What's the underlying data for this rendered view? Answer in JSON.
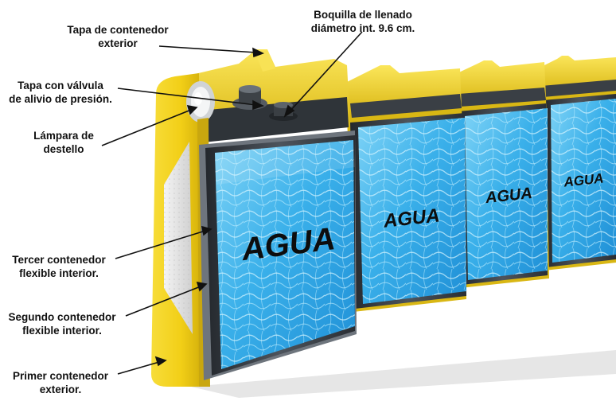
{
  "colors": {
    "yellow": "#f2d21f",
    "yellow_dark": "#c9a70f",
    "water": "#3aaee8",
    "water_light": "#8fdaf7",
    "liner_dark": "#2c3035",
    "liner_mid": "#505760"
  },
  "labels": {
    "tapa_exterior": {
      "line1": "Tapa de contenedor",
      "line2": "exterior"
    },
    "boquilla": {
      "line1": "Boquilla de llenado",
      "line2": "diámetro int. 9.6 cm."
    },
    "tapa_valvula": {
      "line1": "Tapa con válvula",
      "line2": "de alivio de presión."
    },
    "lampara": {
      "line1": "Lámpara de",
      "line2": "destello"
    },
    "tercer": {
      "line1": "Tercer contenedor",
      "line2": "flexible interior."
    },
    "segundo": {
      "line1": "Segundo contenedor",
      "line2": "flexible interior."
    },
    "primer": {
      "line1": "Primer contenedor",
      "line2": "exterior."
    }
  },
  "modules": [
    {
      "text": "AGUA"
    },
    {
      "text": "AGUA"
    },
    {
      "text": "AGUA"
    },
    {
      "text": "AGUA"
    }
  ]
}
